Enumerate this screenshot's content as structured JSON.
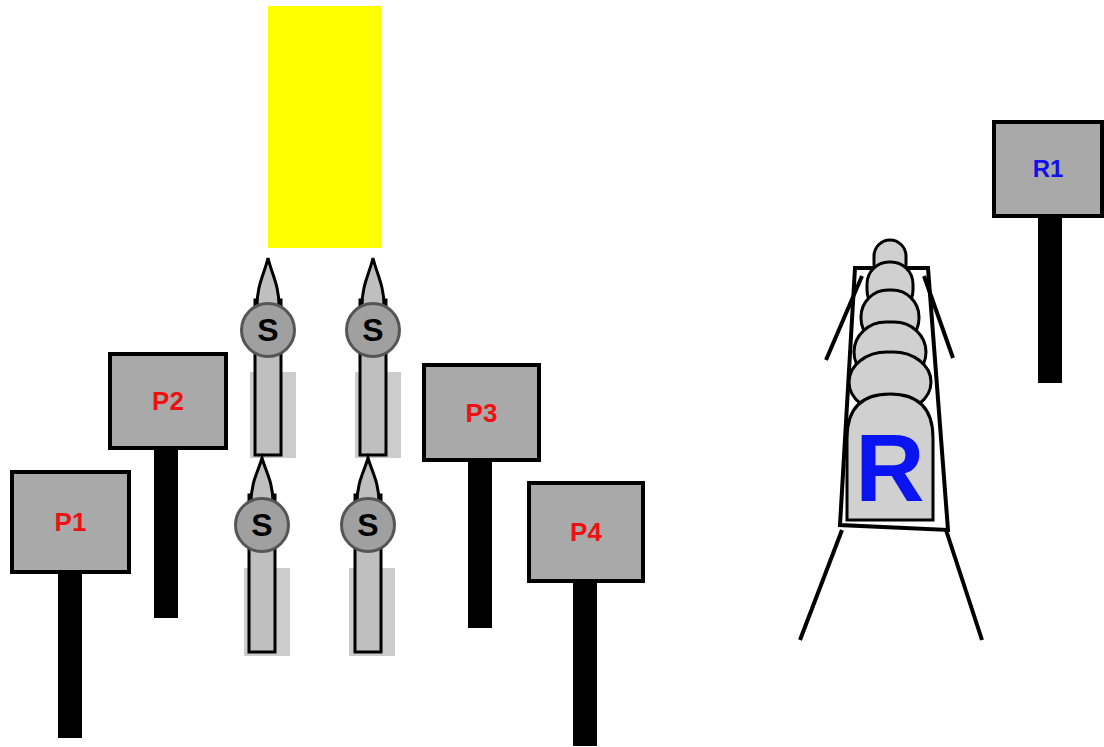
{
  "diagram": {
    "nodes": [
      {
        "text": [
          "P1"
        ]
      },
      {
        "text": [
          "P2"
        ]
      },
      {
        "text": [
          "S"
        ]
      },
      {
        "text": [
          "S"
        ]
      },
      {
        "text": [
          "S"
        ]
      },
      {
        "text": [
          "S"
        ]
      },
      {
        "text": [
          "P3"
        ]
      },
      {
        "text": [
          "P4"
        ]
      },
      {
        "text": [
          "R"
        ]
      },
      {
        "text": [
          "R1"
        ]
      }
    ]
  }
}
